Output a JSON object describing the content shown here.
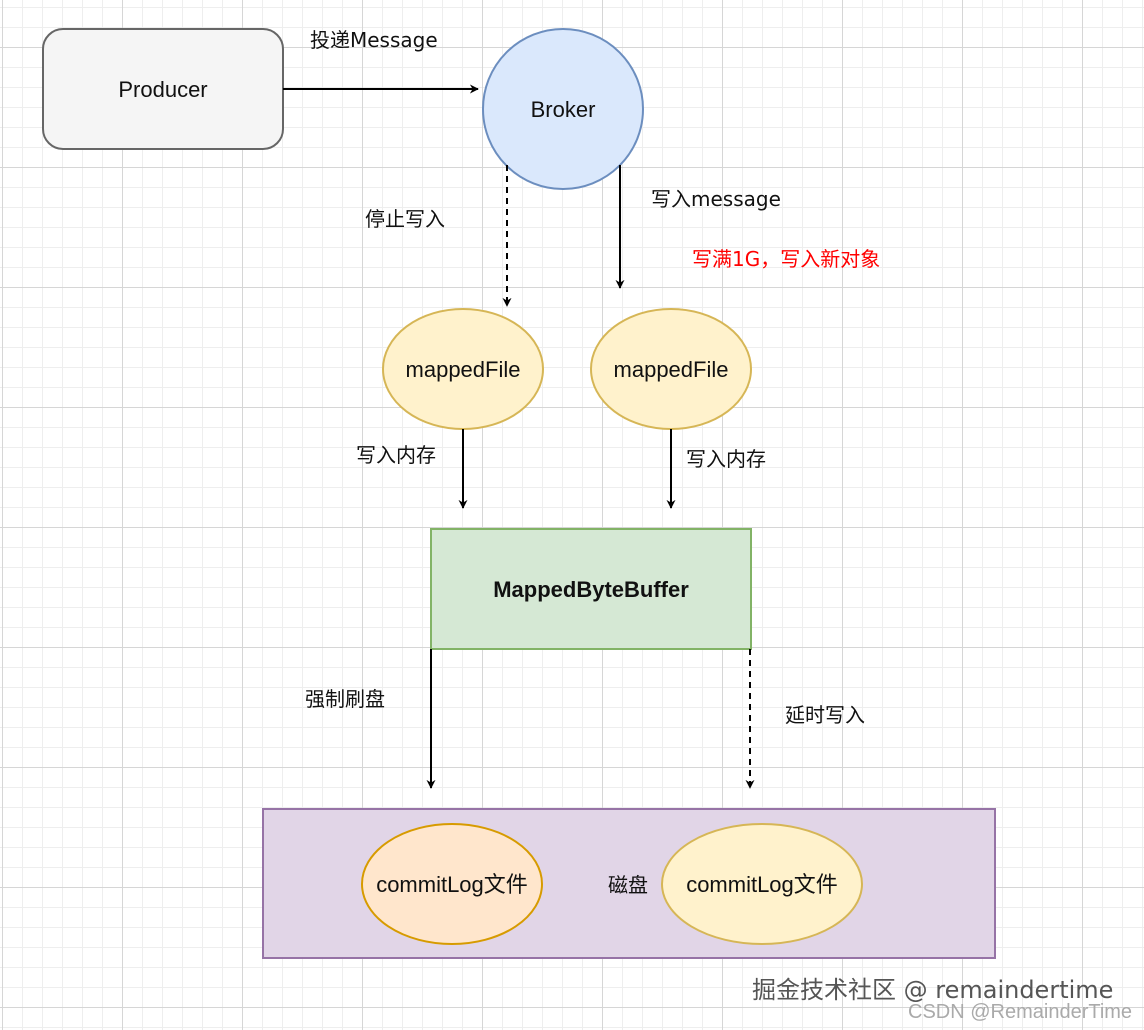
{
  "nodes": {
    "producer": {
      "label": "Producer",
      "fill": "#f5f5f5",
      "stroke": "#666666"
    },
    "broker": {
      "label": "Broker",
      "fill": "#dae8fc",
      "stroke": "#6c8ebf"
    },
    "mapped_file_left": {
      "label": "mappedFile",
      "fill": "#fff2cc",
      "stroke": "#d6b656"
    },
    "mapped_file_right": {
      "label": "mappedFile",
      "fill": "#fff2cc",
      "stroke": "#d6b656"
    },
    "mapped_byte_buffer": {
      "label": "MappedByteBuffer",
      "fill": "#d5e8d4",
      "stroke": "#82b366"
    },
    "disk": {
      "label": "磁盘",
      "fill": "#e1d5e7",
      "stroke": "#9673a6"
    },
    "commitlog_left": {
      "label": "commitLog文件",
      "fill": "#ffe6cc",
      "stroke": "#d79b00"
    },
    "commitlog_right": {
      "label": "commitLog文件",
      "fill": "#fff2cc",
      "stroke": "#d6b656"
    }
  },
  "edges": {
    "deliver": {
      "label": "投递Message",
      "style": "solid"
    },
    "stop_write": {
      "label": "停止写入",
      "style": "dashed"
    },
    "write_message": {
      "label": "写入message",
      "style": "solid"
    },
    "full_note": {
      "label": "写满1G，写入新对象",
      "color": "#ff0000"
    },
    "write_memory_left": {
      "label": "写入内存",
      "style": "solid"
    },
    "write_memory_right": {
      "label": "写入内存",
      "style": "solid"
    },
    "force_flush": {
      "label": "强制刷盘",
      "style": "solid"
    },
    "delayed_write": {
      "label": "延时写入",
      "style": "dashed"
    }
  },
  "watermark": {
    "primary": "掘金技术社区 @ remaindertime",
    "secondary": "CSDN @RemainderTime"
  }
}
